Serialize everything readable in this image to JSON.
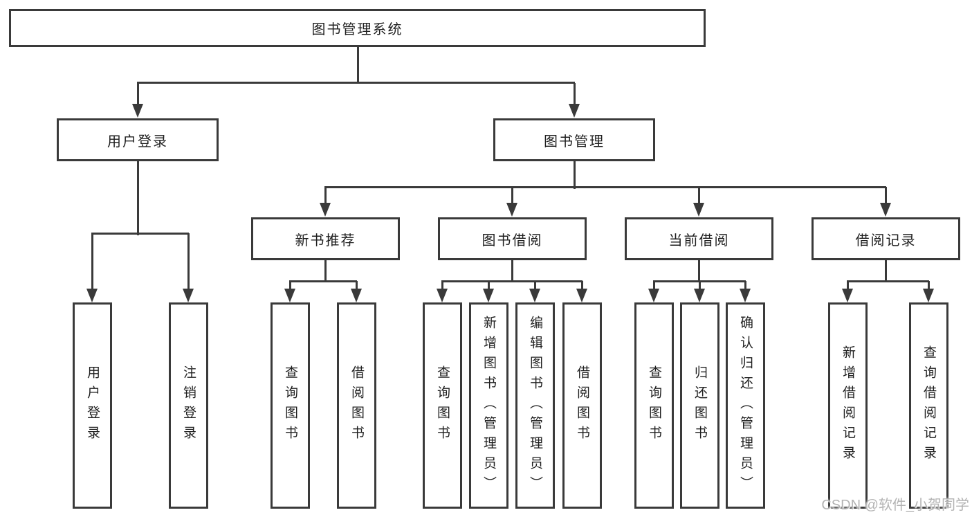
{
  "colors": {
    "line": "#3a3a3a",
    "text": "#1f1f1f",
    "background": "#ffffff",
    "watermark": "#b3b3b3"
  },
  "diagram": {
    "root": {
      "label": "图书管理系统"
    },
    "level2": [
      {
        "label": "用户登录"
      },
      {
        "label": "图书管理"
      }
    ],
    "level3": [
      {
        "label": "新书推荐",
        "parent": "图书管理"
      },
      {
        "label": "图书借阅",
        "parent": "图书管理"
      },
      {
        "label": "当前借阅",
        "parent": "图书管理"
      },
      {
        "label": "借阅记录",
        "parent": "图书管理"
      }
    ],
    "leaves": [
      {
        "label": "用户登录",
        "parent": "用户登录"
      },
      {
        "label": "注销登录",
        "parent": "用户登录"
      },
      {
        "label": "查询图书",
        "parent": "新书推荐"
      },
      {
        "label": "借阅图书",
        "parent": "新书推荐"
      },
      {
        "label": "查询图书",
        "parent": "图书借阅"
      },
      {
        "label": "新增图书（管理员）",
        "parent": "图书借阅"
      },
      {
        "label": "编辑图书（管理员）",
        "parent": "图书借阅"
      },
      {
        "label": "借阅图书",
        "parent": "图书借阅"
      },
      {
        "label": "查询图书",
        "parent": "当前借阅"
      },
      {
        "label": "归还图书",
        "parent": "当前借阅"
      },
      {
        "label": "确认归还（管理员）",
        "parent": "当前借阅"
      },
      {
        "label": "新增借阅记录",
        "parent": "借阅记录"
      },
      {
        "label": "查询借阅记录",
        "parent": "借阅记录"
      }
    ]
  },
  "watermark": {
    "text": "CSDN @软件_小贺同学"
  }
}
